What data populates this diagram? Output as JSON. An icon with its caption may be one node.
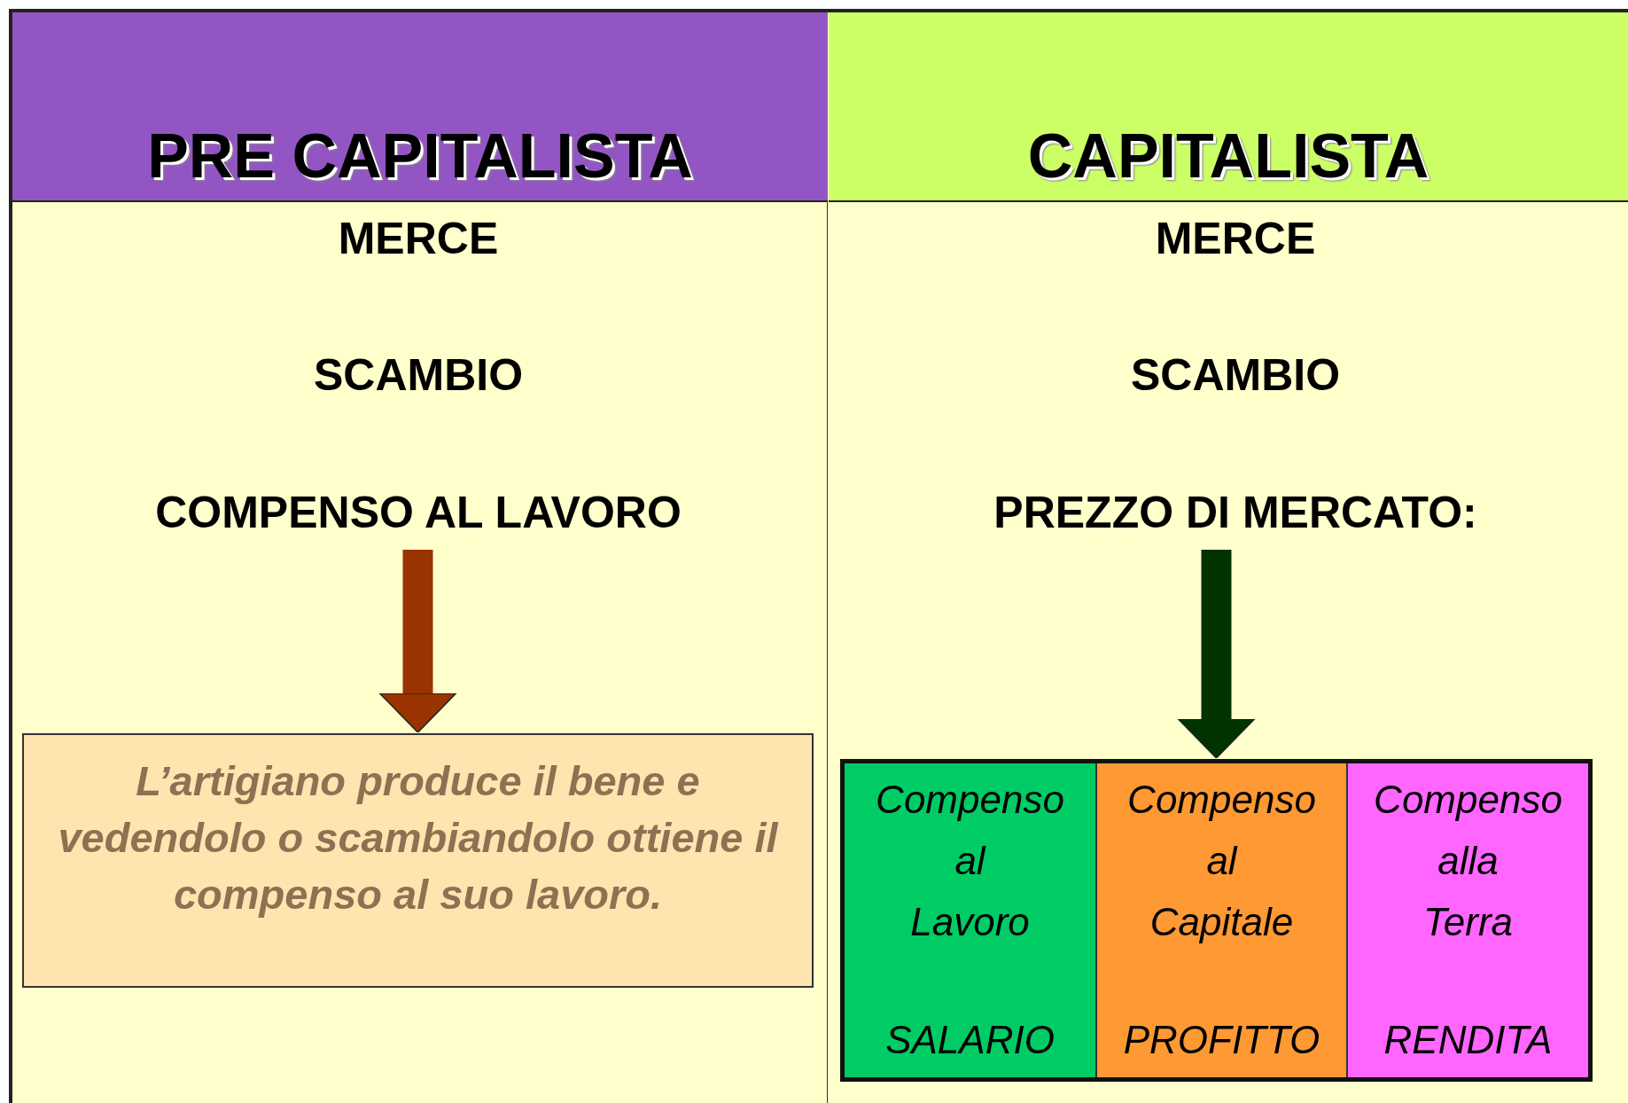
{
  "diagram": {
    "nodes": [
      {
        "text": [
          "PRE CAPITALISTA"
        ]
      },
      {
        "text": [
          "CAPITALISTA"
        ]
      },
      {
        "text": [
          "COMPENSO AL LAVORO"
        ]
      },
      {
        "text": [
          "L’artigiano produce il bene e vedendolo o scambiandolo ottiene il compenso al suo lavoro."
        ]
      },
      {
        "text": [
          "PREZZO DI MERCATO:"
        ]
      },
      {
        "text": [],
        "shape": "box"
      },
      {
        "text": [
          "Compenso al Lavoro",
          "SALARIO"
        ],
        "in": 5
      },
      {
        "text": [
          "Compenso al Capitale",
          "PROFITTO"
        ],
        "in": 5
      },
      {
        "text": [
          "Compenso alla Terra",
          "RENDITA"
        ],
        "in": 5
      }
    ],
    "edges": [
      {
        "from": 2,
        "to": 3,
        "arrow": "to",
        "color": "#993300"
      },
      {
        "from": 4,
        "to": 5,
        "arrow": "to",
        "color": "#003300"
      }
    ],
    "labels": [
      "MERCE",
      "MERCE",
      "SCAMBIO",
      "SCAMBIO"
    ]
  }
}
